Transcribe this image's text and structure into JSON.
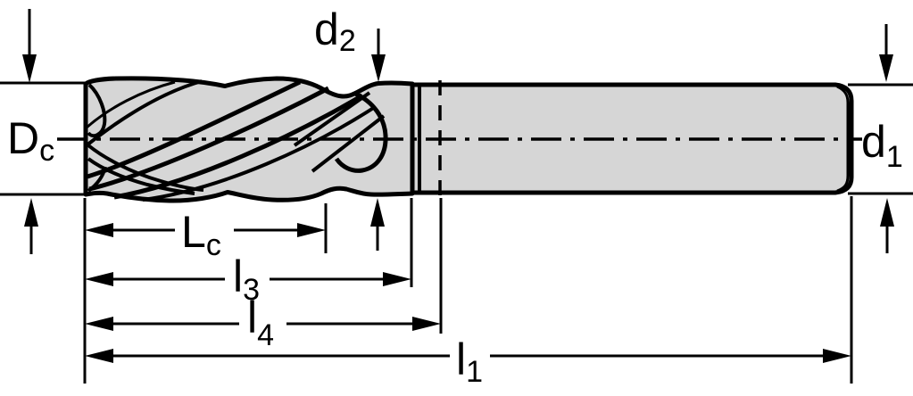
{
  "diagram": {
    "type": "technical-drawing",
    "subject": "solid-end-mill-side-view",
    "colors": {
      "background": "#ffffff",
      "tool_fill": "#d6d6d6",
      "line": "#000000"
    },
    "labels": {
      "cutting_diameter": {
        "main": "D",
        "sub": "c"
      },
      "neck_diameter": {
        "main": "d",
        "sub": "2"
      },
      "shank_diameter": {
        "main": "d",
        "sub": "1"
      },
      "cutting_length": {
        "main": "L",
        "sub": "c"
      },
      "length_l3": {
        "main": "l",
        "sub": "3"
      },
      "length_l4": {
        "main": "l",
        "sub": "4"
      },
      "overall_length": {
        "main": "l",
        "sub": "1"
      }
    }
  }
}
